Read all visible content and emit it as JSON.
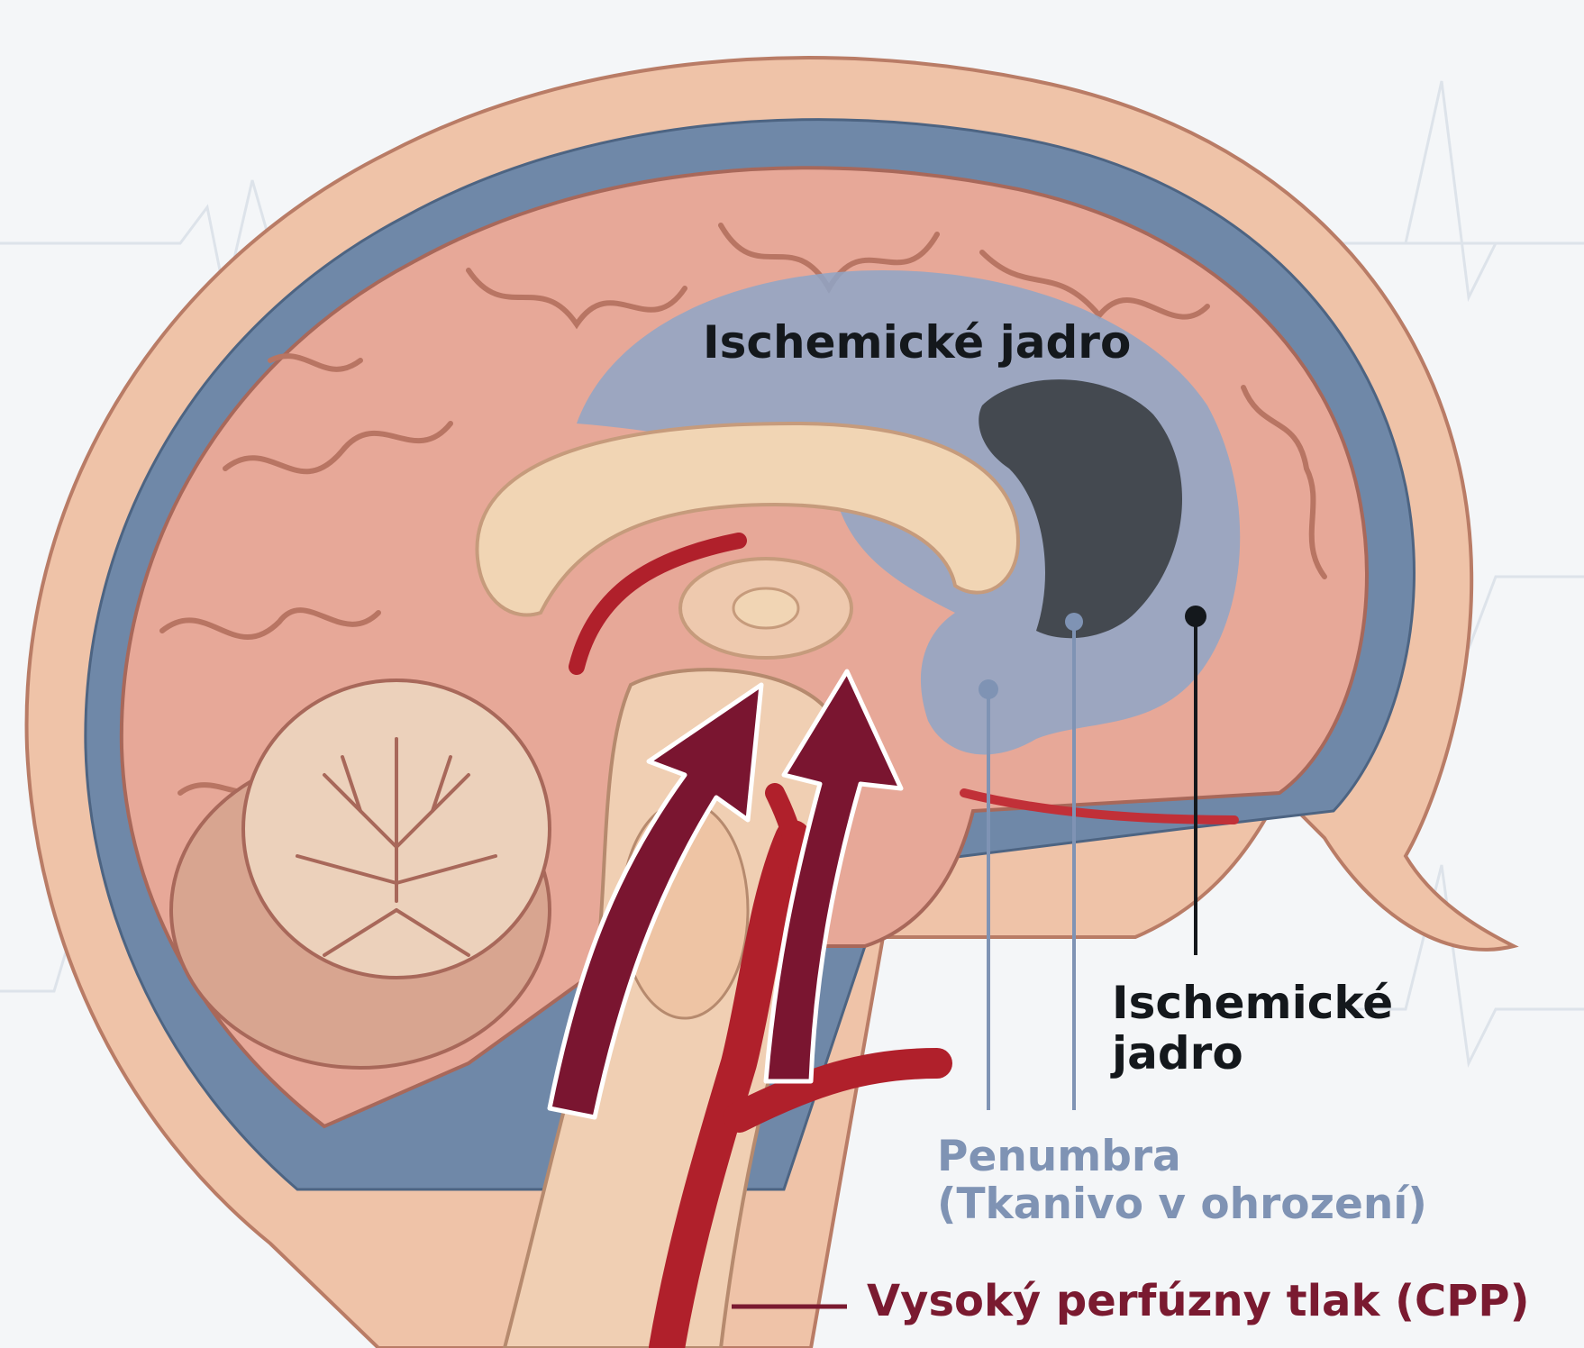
{
  "labels": {
    "ischemic_core_top": "Ischemické jadro",
    "ischemic_core_right_line1": "Ischemické",
    "ischemic_core_right_line2": "jadro",
    "penumbra_line1": "Penumbra",
    "penumbra_line2": "(Tkanivo v ohrození)",
    "cpp": "Vysoký perfúzny tlak (CPP)"
  },
  "colors": {
    "background": "#f4f6f8",
    "scalp": "#efc3a8",
    "brain": "#e7a898",
    "penumbra": "#8ea6c7",
    "core": "#3b3f44",
    "artery": "#b0202b",
    "arrow": "#7a1530",
    "penumbra_text": "#7f93b4",
    "cpp_text": "#7a1a30",
    "text_dark": "#14181c"
  }
}
